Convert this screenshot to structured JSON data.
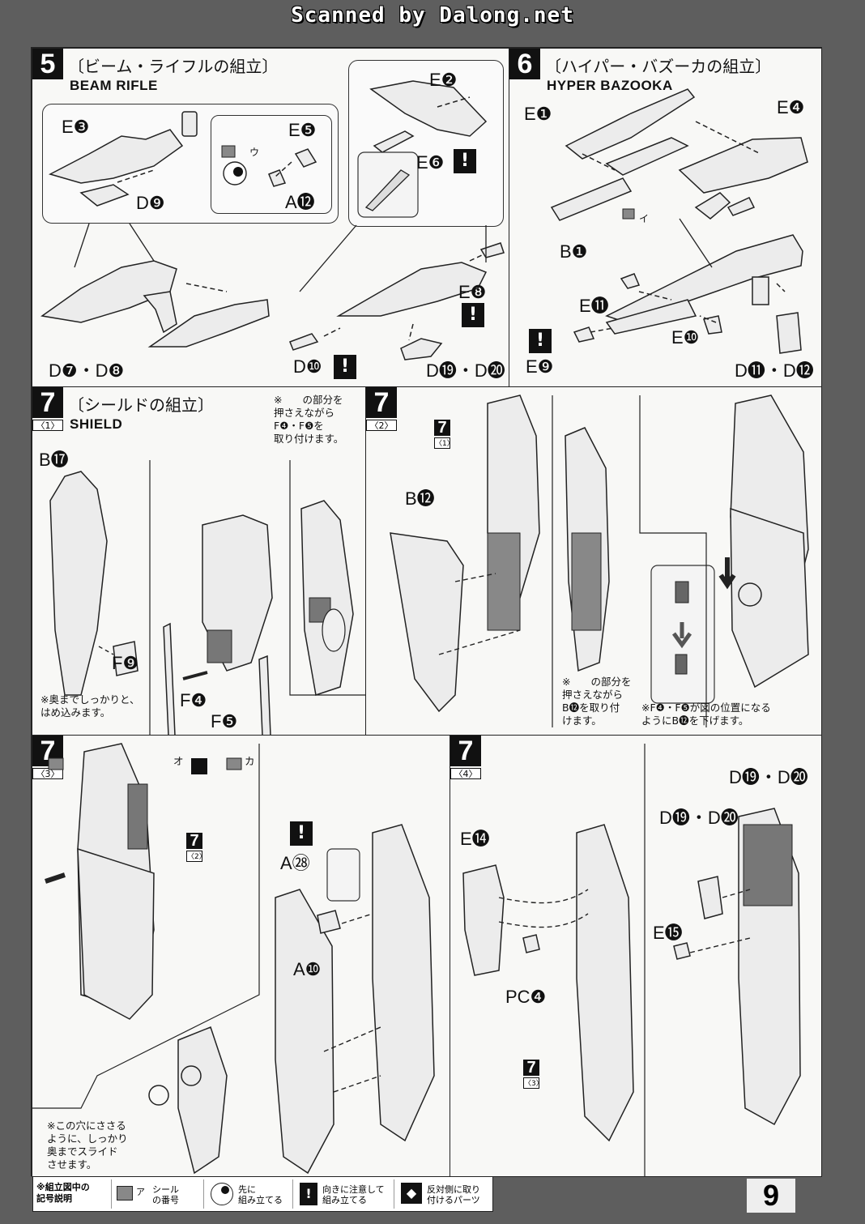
{
  "scanner_credit": "Scanned by Dalong.net",
  "step5": {
    "number": "5",
    "jp_title": "〔ビーム・ライフルの組立〕",
    "en_title": "BEAM RIFLE",
    "labels": {
      "e2": "E❷",
      "e3": "E❸",
      "e5": "E❺",
      "e6": "E❻",
      "e8": "E❽",
      "d9": "D❾",
      "a12": "A⓬",
      "d7d8": "D❼・D❽",
      "d10": "D❿",
      "d19d20": "D⓳・D⓴",
      "sticker_u": "ウ"
    }
  },
  "step6": {
    "number": "6",
    "jp_title": "〔ハイパー・バズーカの組立〕",
    "en_title": "HYPER BAZOOKA",
    "labels": {
      "e1": "E❶",
      "e4": "E❹",
      "b1": "B❶",
      "e11": "E⓫",
      "e10": "E❿",
      "e9": "E❾",
      "d11d12": "D⓫・D⓬",
      "sticker_i": "イ"
    }
  },
  "step7_1": {
    "number": "7",
    "sub": "〈1〉",
    "jp_title": "〔シールドの組立〕",
    "en_title": "SHIELD",
    "note_top": "※　　の部分を\n押さえながら\nF❹・F❺を\n取り付けます。",
    "note_bottom": "※奥までしっかりと、\nはめ込みます。",
    "labels": {
      "b17": "B⓱",
      "f9": "F❾",
      "f4": "F❹",
      "f5": "F❺"
    }
  },
  "step7_2": {
    "number": "7",
    "sub": "〈2〉",
    "ref": "〈1〉",
    "note_press": "※　　の部分を\n押さえながら\nB⓬を取り付\nけます。",
    "note_lower": "※F❹・F❺が図の位置になる\nようにB⓬を下げます。",
    "labels": {
      "b12": "B⓬"
    }
  },
  "step7_3": {
    "number": "7",
    "sub": "〈3〉",
    "ref": "〈2〉",
    "sticker_o": "オ",
    "sticker_ka": "カ",
    "note_hole": "※この穴にささる\nように、しっかり\n奥までスライド\nさせます。",
    "labels": {
      "a28": "A㉘",
      "a10": "A❿"
    }
  },
  "step7_4": {
    "number": "7",
    "sub": "〈4〉",
    "ref": "〈3〉",
    "labels": {
      "e14": "E⓮",
      "e15": "E⓯",
      "pc4": "PC❹",
      "d19d20_a": "D⓳・D⓴",
      "d19d20_b": "D⓳・D⓴"
    }
  },
  "legend": {
    "heading": "※組立図中の\n記号説明",
    "sticker_mark": "ア",
    "sticker_text": "シール\nの番号",
    "first_text": "先に\n組み立てる",
    "caution_text": "向きに注意して\n組み立てる",
    "opposite_text": "反対側に取り\n付けるパーツ"
  },
  "page_number": "9"
}
